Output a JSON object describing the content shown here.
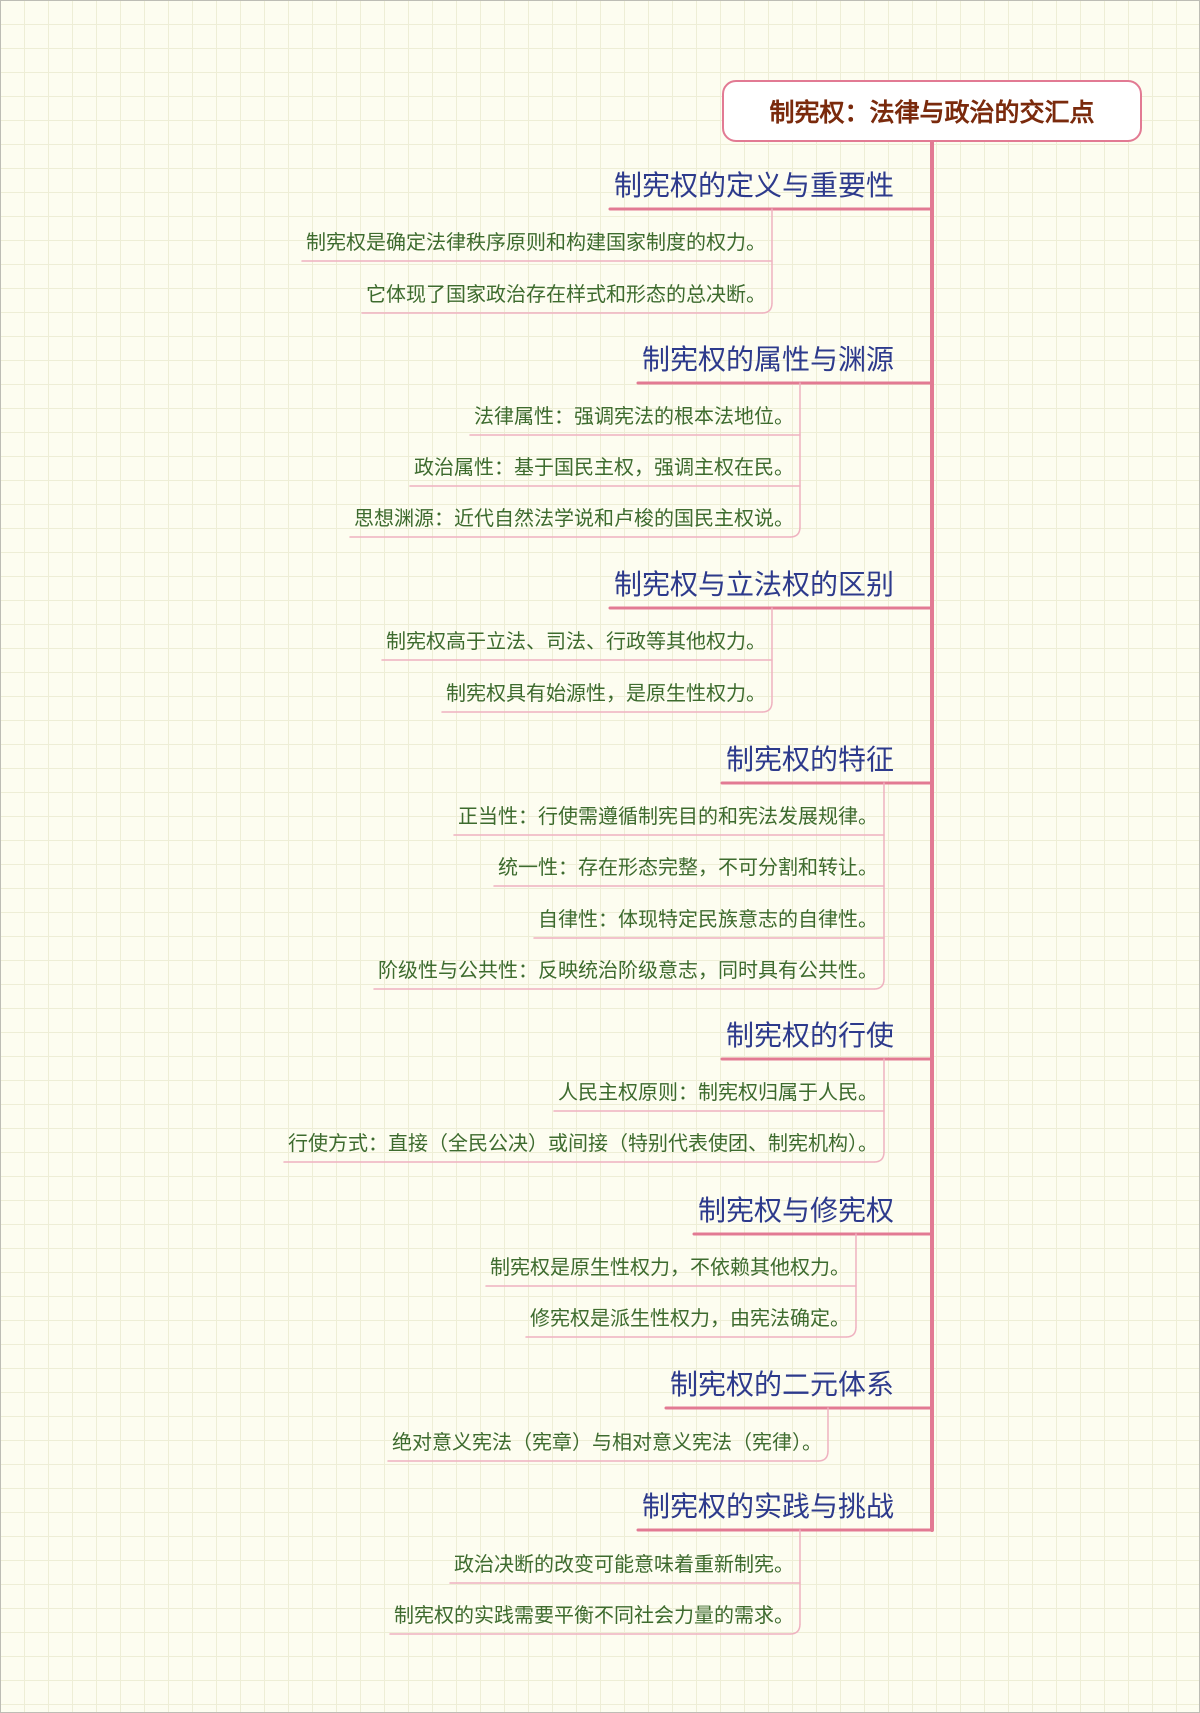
{
  "root": {
    "title": "制宪权：法律与政治的交汇点"
  },
  "branches": [
    {
      "title": "制宪权的定义与重要性",
      "items": [
        "制宪权是确定法律秩序原则和构建国家制度的权力。",
        "它体现了国家政治存在样式和形态的总决断。"
      ]
    },
    {
      "title": "制宪权的属性与渊源",
      "items": [
        "法律属性：强调宪法的根本法地位。",
        "政治属性：基于国民主权，强调主权在民。",
        "思想渊源：近代自然法学说和卢梭的国民主权说。"
      ]
    },
    {
      "title": "制宪权与立法权的区别",
      "items": [
        "制宪权高于立法、司法、行政等其他权力。",
        "制宪权具有始源性，是原生性权力。"
      ]
    },
    {
      "title": "制宪权的特征",
      "items": [
        "正当性：行使需遵循制宪目的和宪法发展规律。",
        "统一性：存在形态完整，不可分割和转让。",
        "自律性：体现特定民族意志的自律性。",
        "阶级性与公共性：反映统治阶级意志，同时具有公共性。"
      ]
    },
    {
      "title": "制宪权的行使",
      "items": [
        "人民主权原则：制宪权归属于人民。",
        "行使方式：直接（全民公决）或间接（特别代表使团、制宪机构）。"
      ]
    },
    {
      "title": "制宪权与修宪权",
      "items": [
        "制宪权是原生性权力，不依赖其他权力。",
        "修宪权是派生性权力，由宪法确定。"
      ]
    },
    {
      "title": "制宪权的二元体系",
      "items": [
        "绝对意义宪法（宪章）与相对意义宪法（宪律）。"
      ]
    },
    {
      "title": "制宪权的实践与挑战",
      "items": [
        "政治决断的改变可能意味着重新制宪。",
        "制宪权的实践需要平衡不同社会力量的需求。"
      ]
    }
  ],
  "colors": {
    "main_line": "#e27a93",
    "sub_line": "#efb2c0",
    "root_text": "#7a2a0c",
    "branch_text": "#2d3a8c",
    "leaf_text": "#3d6b2e"
  }
}
